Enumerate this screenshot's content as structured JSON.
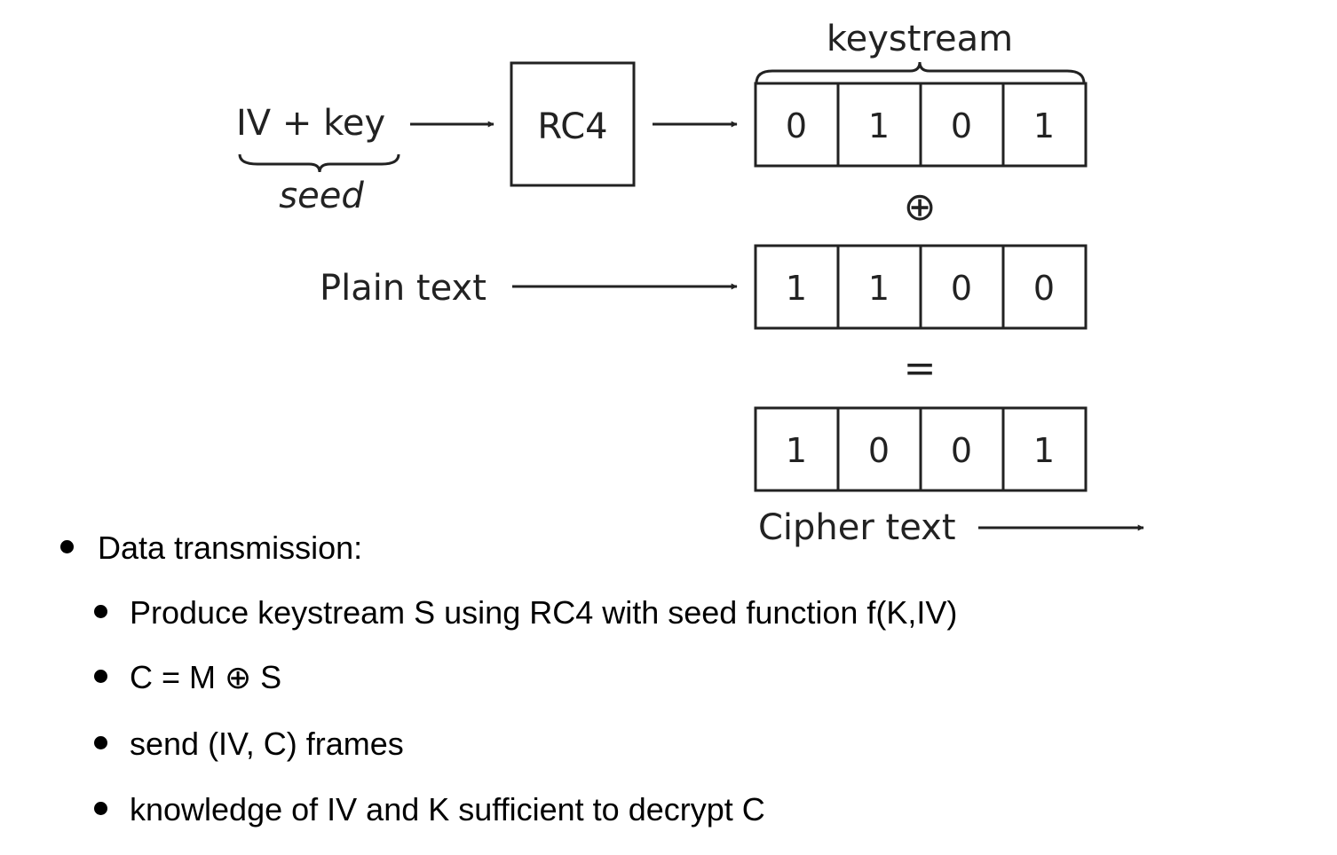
{
  "diagram": {
    "input_label": "IV + key",
    "seed_label": "seed",
    "rc4_label": "RC4",
    "keystream_label": "keystream",
    "plaintext_label": "Plain text",
    "ciphertext_label": "Cipher text",
    "xor_symbol": "⊕",
    "equals_symbol": "=",
    "keystream_bits": [
      "0",
      "1",
      "0",
      "1"
    ],
    "plaintext_bits": [
      "1",
      "1",
      "0",
      "0"
    ],
    "ciphertext_bits": [
      "1",
      "0",
      "0",
      "1"
    ]
  },
  "bullets": {
    "main": "Data transmission:",
    "sub": [
      "Produce keystream S using RC4 with seed function f(K,IV)",
      "C = M ⊕ S",
      "send (IV, C) frames",
      "knowledge of IV and K sufficient to decrypt C"
    ]
  }
}
